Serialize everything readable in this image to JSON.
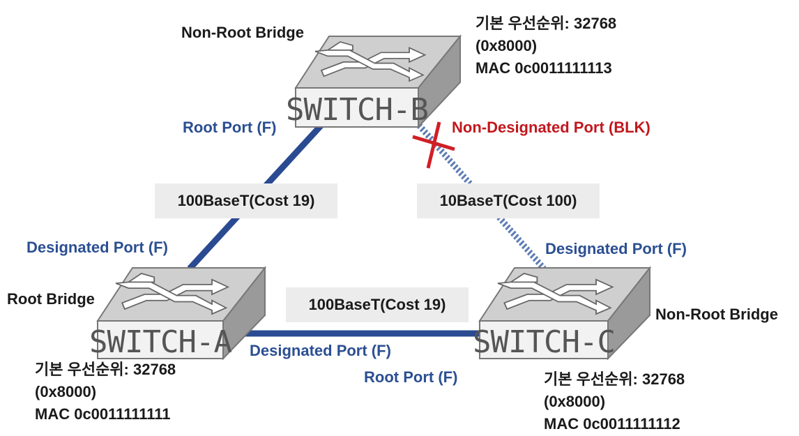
{
  "switches": {
    "b": {
      "name": "SWITCH-B",
      "role": "Non-Root Bridge",
      "priority": "기본 우선순위: 32768",
      "hex": "(0x8000)",
      "mac": "MAC 0c0011111113"
    },
    "a": {
      "name": "SWITCH-A",
      "role": "Root Bridge",
      "priority": "기본 우선순위: 32768",
      "hex": "(0x8000)",
      "mac": "MAC 0c0011111111"
    },
    "c": {
      "name": "SWITCH-C",
      "role": "Non-Root Bridge",
      "priority": "기본 우선순위: 32768",
      "hex": "(0x8000)",
      "mac": "MAC 0c0011111112"
    }
  },
  "links": {
    "ab": {
      "cost": "100BaseT(Cost 19)"
    },
    "bc": {
      "cost": "10BaseT(Cost 100)"
    },
    "ac": {
      "cost": "100BaseT(Cost 19)"
    }
  },
  "ports": {
    "b_ab": "Root Port (F)",
    "b_bc": "Non-Designated Port (BLK)",
    "a_ab": "Designated Port (F)",
    "c_bc": "Designated Port (F)",
    "a_ac": "Designated Port (F)",
    "c_ac": "Root Port (F)"
  },
  "colors": {
    "link": "#2a4a92",
    "blocked_link": "#8aa2c8",
    "port_label": "#2b4f92",
    "blocked_label": "#c2171d",
    "text": "#1a1a1a"
  }
}
